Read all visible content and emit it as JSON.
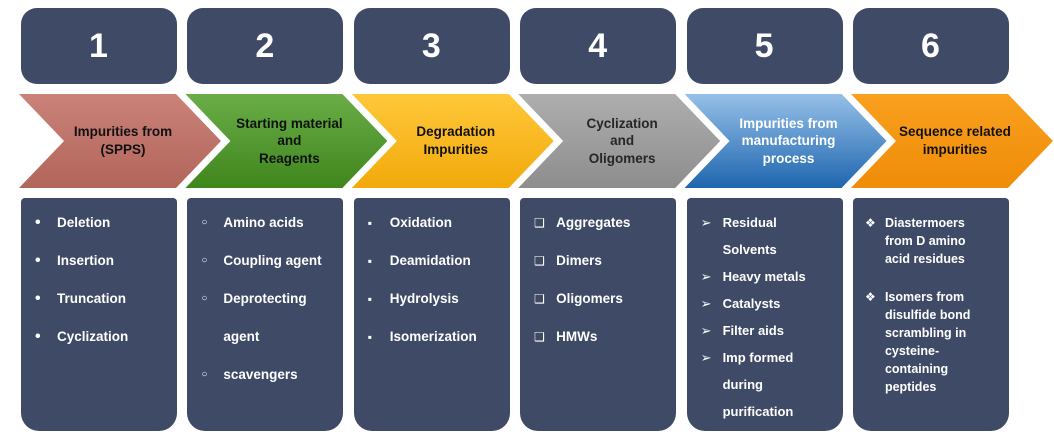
{
  "theme": {
    "panel_color": "#3e4a66",
    "panel_text_color": "#ffffff",
    "background_color": "#ffffff"
  },
  "columns": [
    {
      "number": "1",
      "arrow": {
        "label": "Impurities from\n(SPPS)",
        "color_top": "#ca8279",
        "color_bottom": "#b2655a",
        "text_color": "#111111"
      },
      "bullet": "dot",
      "items": [
        "Deletion",
        "Insertion",
        "Truncation",
        "Cyclization"
      ]
    },
    {
      "number": "2",
      "arrow": {
        "label": "Starting material\nand\nReagents",
        "color_top": "#6aad48",
        "color_bottom": "#3f861c",
        "text_color": "#111111"
      },
      "bullet": "circle",
      "items": [
        "Amino acids",
        "Coupling agent",
        "Deprotecting\nagent",
        "scavengers"
      ]
    },
    {
      "number": "3",
      "arrow": {
        "label": "Degradation\nImpurities",
        "color_top": "#ffc83a",
        "color_bottom": "#f2a90b",
        "text_color": "#111111"
      },
      "bullet": "square",
      "items": [
        "Oxidation",
        "Deamidation",
        "Hydrolysis",
        "Isomerization"
      ]
    },
    {
      "number": "4",
      "arrow": {
        "label": "Cyclization\nand\nOligomers",
        "color_top": "#aeaeae",
        "color_bottom": "#8d8d8d",
        "text_color": "#262626"
      },
      "bullet": "open-square",
      "items": [
        "Aggregates",
        "Dimers",
        "Oligomers",
        "HMWs"
      ]
    },
    {
      "number": "5",
      "arrow": {
        "label": "Impurities from\nmanufacturing\nprocess",
        "color_top": "#96c0e8",
        "color_bottom": "#1e66af",
        "text_color": "#ffffff"
      },
      "bullet": "arrowhead",
      "items": [
        "Residual\nSolvents",
        "Heavy metals",
        "Catalysts",
        "Filter aids",
        "Imp formed\nduring\npurification"
      ]
    },
    {
      "number": "6",
      "arrow": {
        "label": "Sequence related\nimpurities",
        "color_top": "#f9a01e",
        "color_bottom": "#ef8c08",
        "text_color": "#111111"
      },
      "bullet": "diamond",
      "items": [
        "Diastermoers\nfrom D amino\nacid residues",
        "Isomers from\ndisulfide bond\nscrambling in\ncysteine-\ncontaining\npeptides"
      ]
    }
  ]
}
